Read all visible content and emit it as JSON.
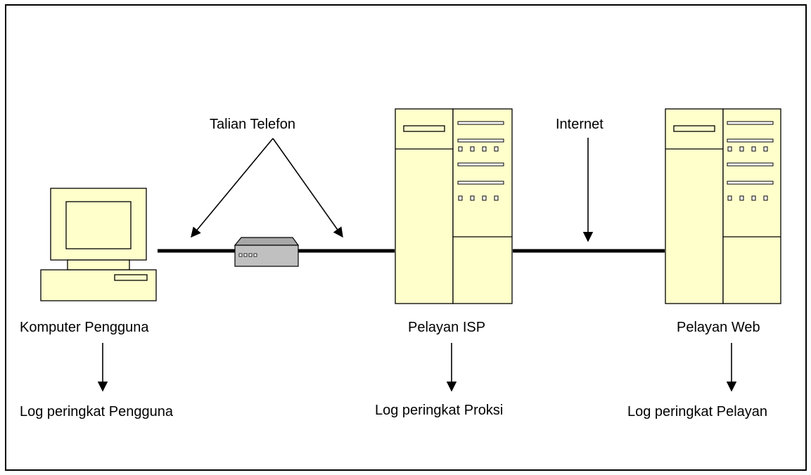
{
  "labels": {
    "phone_line": "Talian Telefon",
    "internet": "Internet",
    "user_computer": "Komputer Pengguna",
    "isp_server": "Pelayan ISP",
    "web_server": "Pelayan Web",
    "user_log": "Log peringkat Pengguna",
    "proxy_log": "Log peringkat Proksi",
    "server_log": "Log peringkat Pelayan"
  },
  "colors": {
    "device_fill": "#FFFFCC",
    "modem_fill": "#C0C0C0",
    "line": "#000000"
  }
}
